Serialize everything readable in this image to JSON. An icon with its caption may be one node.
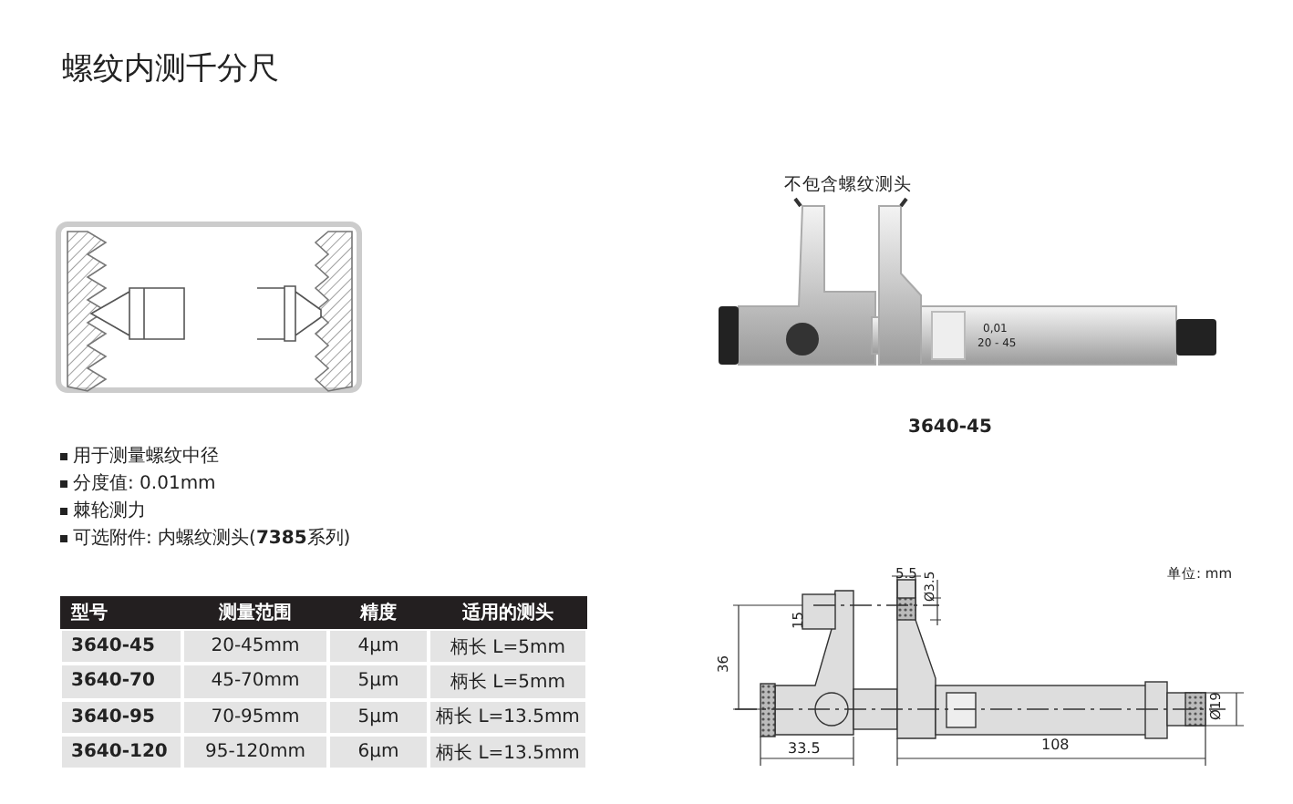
{
  "diagram": {
    "title": "螺纹内测千分尺",
    "labels": [
      "不包含螺纹测头",
      "0,01",
      "20 - 45",
      "3640-45",
      "用于测量螺纹中径",
      "分度值: 0.01mm",
      "棘轮测力",
      "可选附件: 内螺纹测头(**7385**系列)",
      "型号",
      "测量范围",
      "精度",
      "适用的测头",
      "3640-45",
      "20-45mm",
      "4μm",
      "柄长 L=5mm",
      "3640-70",
      "45-70mm",
      "5μm",
      "柄长 L=5mm",
      "3640-95",
      "70-95mm",
      "5μm",
      "柄长 L=13.5mm",
      "3640-120",
      "95-120mm",
      "6μm",
      "柄长 L=13.5mm",
      "5.5",
      "Ø3.5",
      "单位: mm",
      "15",
      "36",
      "Ø19",
      "33.5",
      "108"
    ]
  }
}
